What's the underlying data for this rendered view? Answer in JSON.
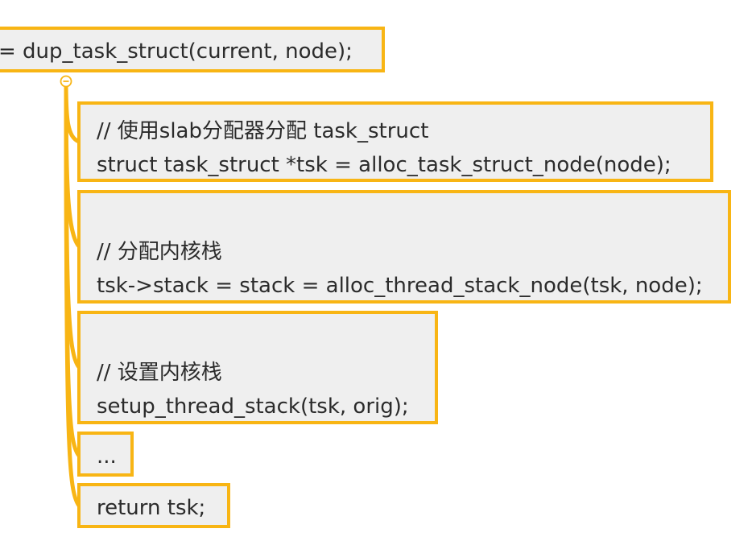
{
  "root": {
    "text": "= dup_task_struct(current, node);"
  },
  "collapse_toggle": {
    "glyph": "−"
  },
  "children": [
    {
      "lines": [
        "// 使用slab分配器分配 task_struct",
        "struct task_struct *tsk = alloc_task_struct_node(node);"
      ]
    },
    {
      "lines": [
        "// 分配内核栈",
        "tsk->stack = stack = alloc_thread_stack_node(tsk, node);"
      ]
    },
    {
      "lines": [
        "// 设置内核栈",
        "setup_thread_stack(tsk, orig);"
      ]
    },
    {
      "lines": [
        "..."
      ]
    },
    {
      "lines": [
        "return tsk;"
      ]
    }
  ],
  "colors": {
    "accent": "#f8b514",
    "node_fill": "#efefef",
    "text": "#2b2b2b"
  }
}
